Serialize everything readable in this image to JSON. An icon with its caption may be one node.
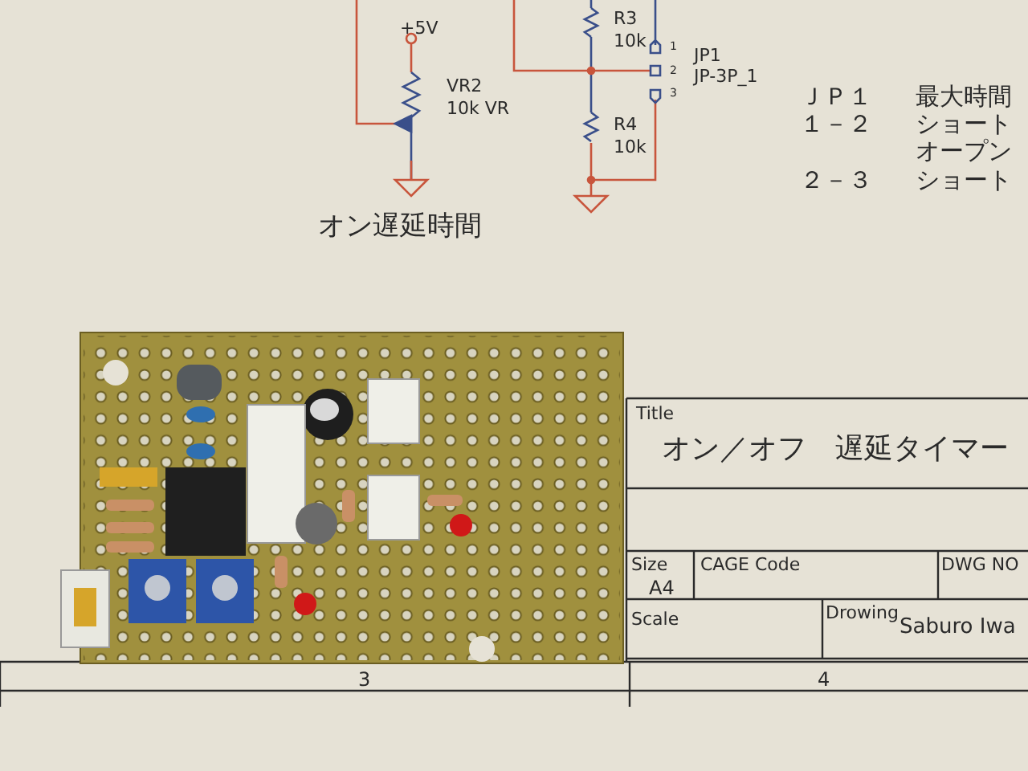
{
  "diagram": {
    "labels": [
      "+5V",
      "R3",
      "10k",
      "JP1",
      "1",
      "VR2",
      "10k VR",
      "2",
      "JP-3P_1",
      "3",
      "ＪＰ１",
      "最大時間",
      "１－２",
      "ショート",
      "R4",
      "10k",
      "オープン",
      "２－３",
      "ショート",
      "オン遅延時間",
      "Title",
      "オン／オフ　遅延タイマー",
      "Size",
      "A4",
      "CAGE Code",
      "DWG NO",
      "Scale",
      "Drowing",
      "Saburo Iwa",
      "3",
      "4"
    ]
  }
}
